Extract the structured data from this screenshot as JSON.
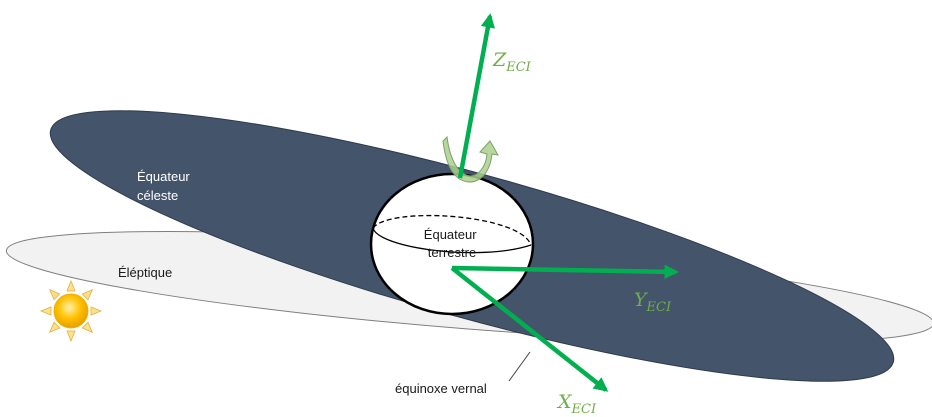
{
  "labels": {
    "celestial_equator_line1": "Équateur",
    "celestial_equator_line2": "céleste",
    "ecliptic": "Éléptique",
    "terrestrial_equator_line1": "Équateur",
    "terrestrial_equator_line2": "terrestre",
    "vernal_equinox": "équinoxe vernal"
  },
  "axes": {
    "z": {
      "main": "Z",
      "sub": "ECI"
    },
    "y": {
      "main": "Y",
      "sub": "ECI"
    },
    "x": {
      "main": "X",
      "sub": "ECI"
    }
  },
  "colors": {
    "celestial_plane": "#44546a",
    "ecliptic_plane": "#f2f2f2",
    "axis_green": "#00b050",
    "label_green": "#70ad47",
    "rotation_arrow": "#a9d18e",
    "sun": "#ffc000"
  },
  "icons": [
    "sun-icon",
    "rotation-arrow-icon"
  ]
}
